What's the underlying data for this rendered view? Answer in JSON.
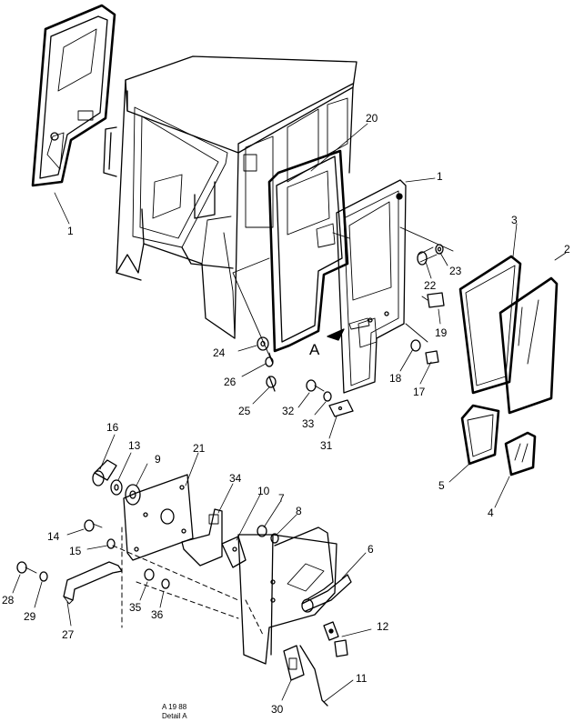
{
  "callouts": {
    "p1_left": "1",
    "p1_right": "1",
    "p2": "2",
    "p3": "3",
    "p4": "4",
    "p5": "5",
    "p6": "6",
    "p7": "7",
    "p8": "8",
    "p9": "9",
    "p10": "10",
    "p11": "11",
    "p12": "12",
    "p13": "13",
    "p14": "14",
    "p15": "15",
    "p16": "16",
    "p17": "17",
    "p18": "18",
    "p19": "19",
    "p20": "20",
    "p21": "21",
    "p22": "22",
    "p23": "23",
    "p24": "24",
    "p25": "25",
    "p26": "26",
    "p27": "27",
    "p28": "28",
    "p29": "29",
    "p30": "30",
    "p31": "31",
    "p32": "32",
    "p33": "33",
    "p34": "34",
    "p35": "35",
    "p36": "36"
  },
  "view_marker": "A",
  "detail_label": {
    "line1": "A 19 88",
    "line2": "Detail A"
  }
}
